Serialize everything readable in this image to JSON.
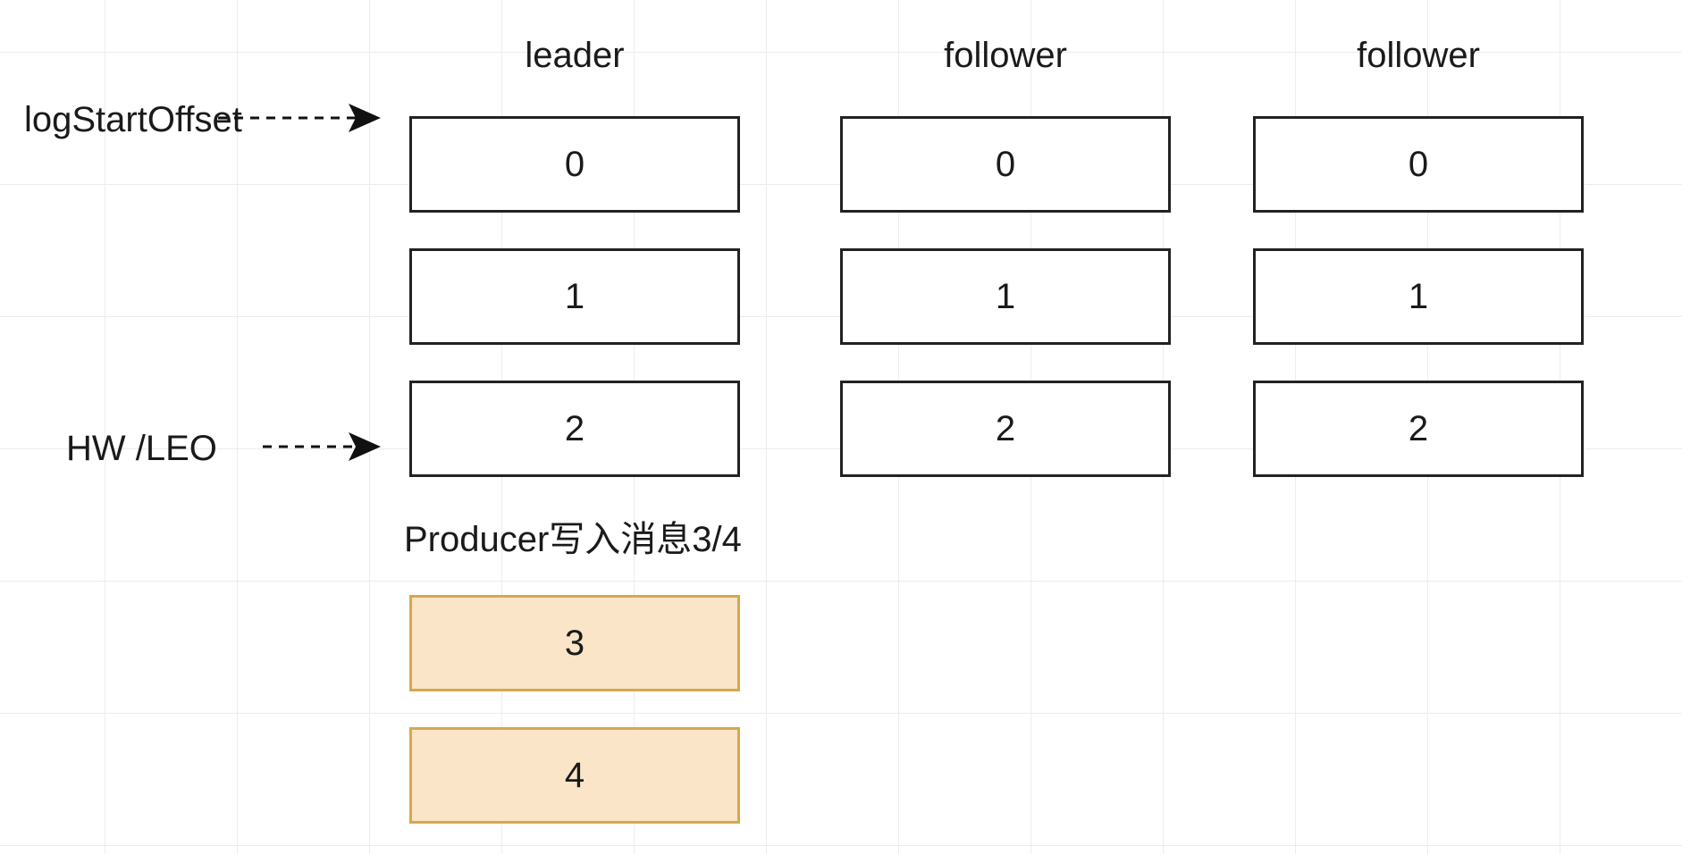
{
  "columns": [
    {
      "header": "leader",
      "cells": [
        "0",
        "1",
        "2"
      ]
    },
    {
      "header": "follower",
      "cells": [
        "0",
        "1",
        "2"
      ]
    },
    {
      "header": "follower",
      "cells": [
        "0",
        "1",
        "2"
      ]
    }
  ],
  "pointers": {
    "log_start_offset": "logStartOffset",
    "hw_leo": "HW /LEO"
  },
  "producer_note": "Producer写入消息3/4",
  "new_cells": [
    "3",
    "4"
  ],
  "colors": {
    "new_cell_fill": "#fae5c8",
    "new_cell_border": "#d6a84e",
    "border": "#222222",
    "grid": "#ececec"
  }
}
